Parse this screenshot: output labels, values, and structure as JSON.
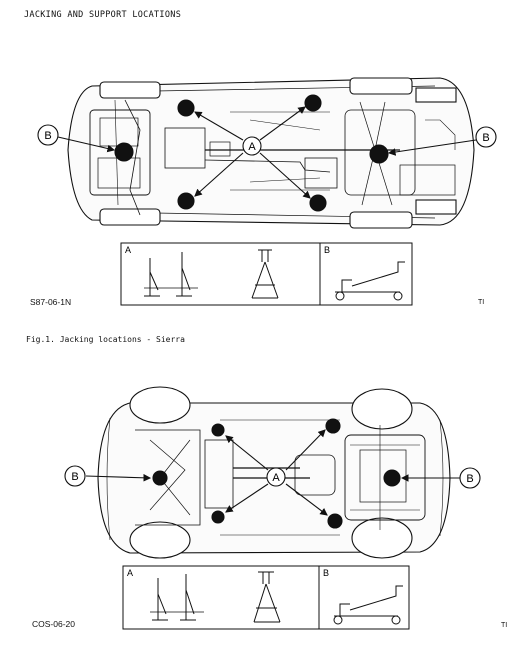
{
  "page": {
    "title": "JACKING AND SUPPORT LOCATIONS",
    "ref_code_top": "S87-06-1N",
    "ti_top": "TI",
    "caption": "Fig.1. Jacking locations - Sierra",
    "ref_code_bottom": "COS-06-20",
    "ti_bottom": "TI"
  },
  "diagrams": [
    {
      "name": "sierra-underside",
      "callouts": {
        "front": "B",
        "center": "A",
        "rear": "B"
      },
      "panels": [
        {
          "letter": "A",
          "equipment": "axle-stands"
        },
        {
          "letter": "B",
          "equipment": "trolley-jack"
        }
      ]
    },
    {
      "name": "second-vehicle-underside",
      "callouts": {
        "left": "B",
        "center": "A",
        "right": "B"
      },
      "panels": [
        {
          "letter": "A",
          "equipment": "axle-stands"
        },
        {
          "letter": "B",
          "equipment": "trolley-jack"
        }
      ]
    }
  ]
}
